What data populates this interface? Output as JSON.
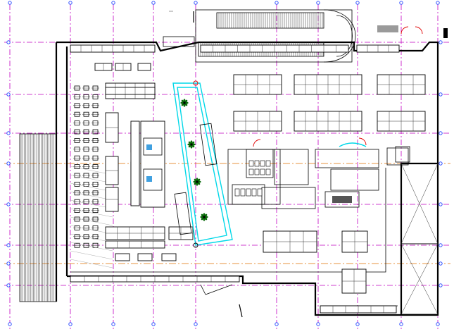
{
  "drawing": {
    "colors": {
      "grid_magenta": "#c000c0",
      "grid_orange": "#e07000",
      "grid_bubble": "#3050ff",
      "glass_cyan": "#00d8e8",
      "door_red": "#e00000",
      "plant_green": "#0a6a0a",
      "wall_black": "#000000"
    },
    "icons": [
      "column-grid-bubble",
      "escalator",
      "stair",
      "plant",
      "table-with-chairs",
      "door-swing",
      "toilet-fixture"
    ]
  }
}
